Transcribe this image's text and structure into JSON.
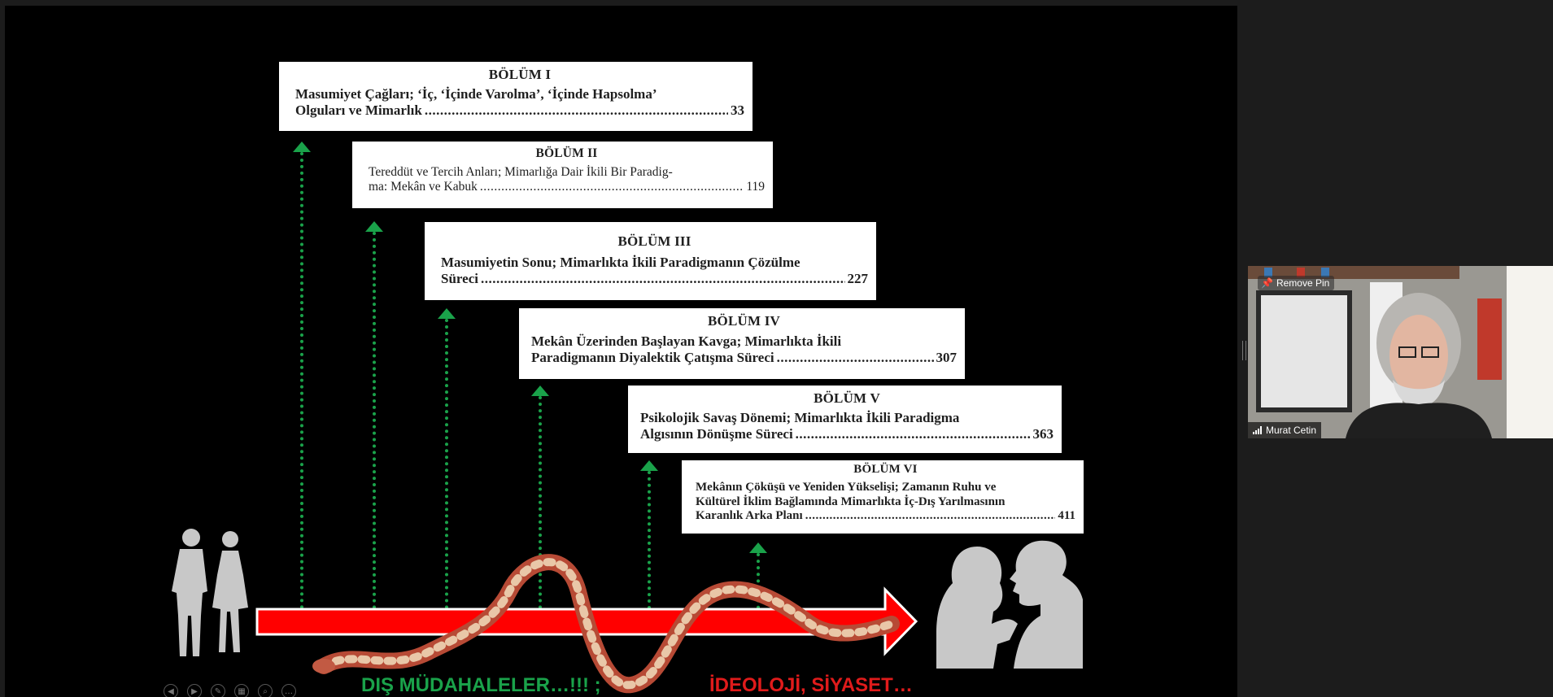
{
  "slide": {
    "chapters": [
      {
        "heading": "BÖLÜM I",
        "lines": [
          "Masumiyet Çağları; ‘İç, ‘İçinde Varolma’, ‘İçinde Hapsolma’"
        ],
        "last_line": "Olguları ve Mimarlık",
        "page": "33"
      },
      {
        "heading": "BÖLÜM II",
        "lines": [
          "Tereddüt ve Tercih Anları; Mimarlığa Dair İkili Bir Paradig-"
        ],
        "last_line": "ma: Mekân ve Kabuk",
        "page": "119"
      },
      {
        "heading": "BÖLÜM III",
        "lines": [
          "Masumiyetin Sonu; Mimarlıkta İkili Paradigmanın Çözülme"
        ],
        "last_line": "Süreci",
        "page": "227"
      },
      {
        "heading": "BÖLÜM IV",
        "lines": [
          "Mekân Üzerinden Başlayan Kavga; Mimarlıkta İkili"
        ],
        "last_line": "Paradigmanın Diyalektik Çatışma Süreci",
        "page": "307"
      },
      {
        "heading": "BÖLÜM V",
        "lines": [
          "Psikolojik Savaş Dönemi; Mimarlıkta İkili Paradigma"
        ],
        "last_line": "Algısının Dönüşme Süreci",
        "page": "363"
      },
      {
        "heading": "BÖLÜM VI",
        "lines": [
          "Mekânın Çöküşü ve Yeniden Yükselişi; Zamanın Ruhu ve",
          "Kültürel İklim Bağlamında Mimarlıkta İç-Dış Yarılmasının"
        ],
        "last_line": "Karanlık Arka Planı",
        "page": "411"
      }
    ],
    "bottom_left_text": "DIŞ MÜDAHALELER…!!! ;",
    "bottom_right_text": "İDEOLOJİ, SİYASET…",
    "colors": {
      "green": "#1aa24a",
      "red": "#ff0000",
      "silhouette": "#c8c8c8"
    },
    "controls": [
      {
        "name": "prev",
        "glyph": "◀"
      },
      {
        "name": "next",
        "glyph": "▶"
      },
      {
        "name": "pen",
        "glyph": "✎"
      },
      {
        "name": "slides",
        "glyph": "▦"
      },
      {
        "name": "zoom",
        "glyph": "⌕"
      },
      {
        "name": "more",
        "glyph": "…"
      }
    ]
  },
  "video": {
    "pin_label": "Remove Pin",
    "participant": "Murat Cetin"
  }
}
